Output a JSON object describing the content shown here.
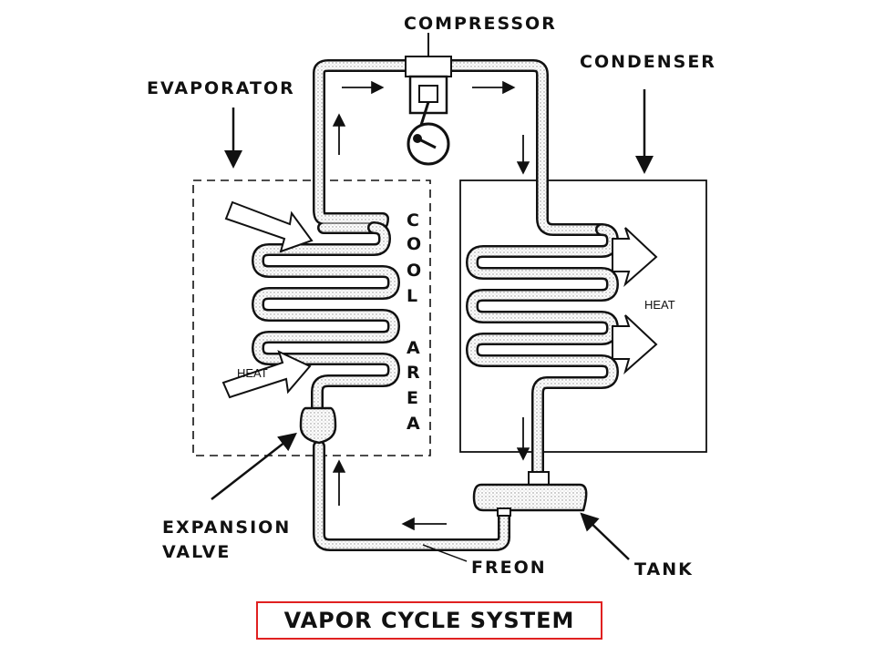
{
  "title": "VAPOR CYCLE SYSTEM",
  "labels": {
    "compressor": "COMPRESSOR",
    "condenser": "CONDENSER",
    "evaporator": "EVAPORATOR",
    "expansion_line1": "EXPANSION",
    "expansion_line2": "VALVE",
    "freon": "FREON",
    "tank": "TANK",
    "heat_left": "HEAT",
    "heat_right": "HEAT",
    "cool_letters": [
      "C",
      "O",
      "O",
      "L"
    ],
    "area_letters": [
      "A",
      "R",
      "E",
      "A"
    ]
  },
  "colors": {
    "line": "#111111",
    "title_border": "#e02020",
    "stipple": "#9a9a9a"
  }
}
